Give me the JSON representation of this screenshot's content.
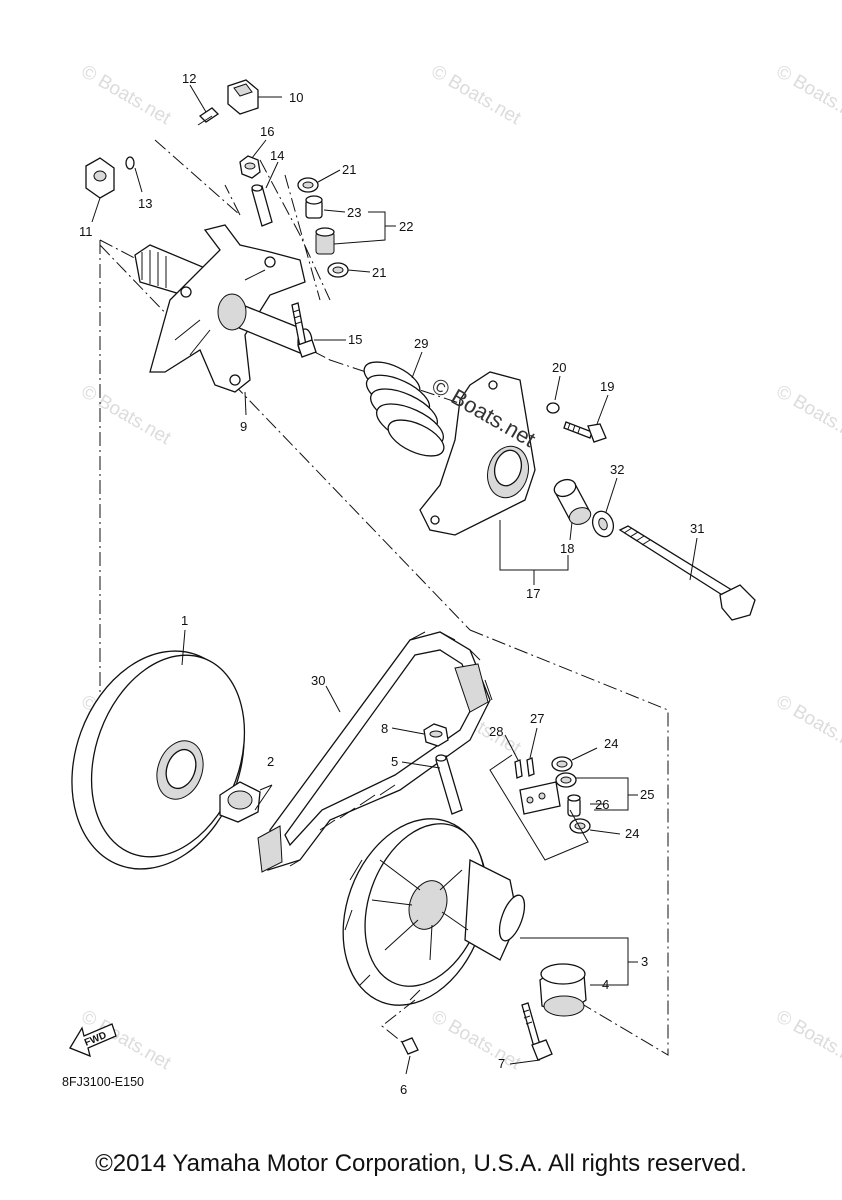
{
  "diagram": {
    "part_numbers": {
      "p1": "1",
      "p2": "2",
      "p3": "3",
      "p4": "4",
      "p5": "5",
      "p6": "6",
      "p7": "7",
      "p8": "8",
      "p9": "9",
      "p10": "10",
      "p11": "11",
      "p12": "12",
      "p13": "13",
      "p14": "14",
      "p15": "15",
      "p16": "16",
      "p17": "17",
      "p18": "18",
      "p19": "19",
      "p20": "20",
      "p21a": "21",
      "p21b": "21",
      "p22": "22",
      "p23": "23",
      "p24a": "24",
      "p24b": "24",
      "p25": "25",
      "p26": "26",
      "p27": "27",
      "p28": "28",
      "p29": "29",
      "p30": "30",
      "p31": "31",
      "p32": "32"
    },
    "watermark": "© Boats.net",
    "center_watermark": "© Boats.net",
    "fwd_label": "FWD",
    "diagram_code": "8FJ3100-E150"
  },
  "footer": {
    "copyright": "©2014 Yamaha Motor Corporation, U.S.A. All rights reserved."
  }
}
